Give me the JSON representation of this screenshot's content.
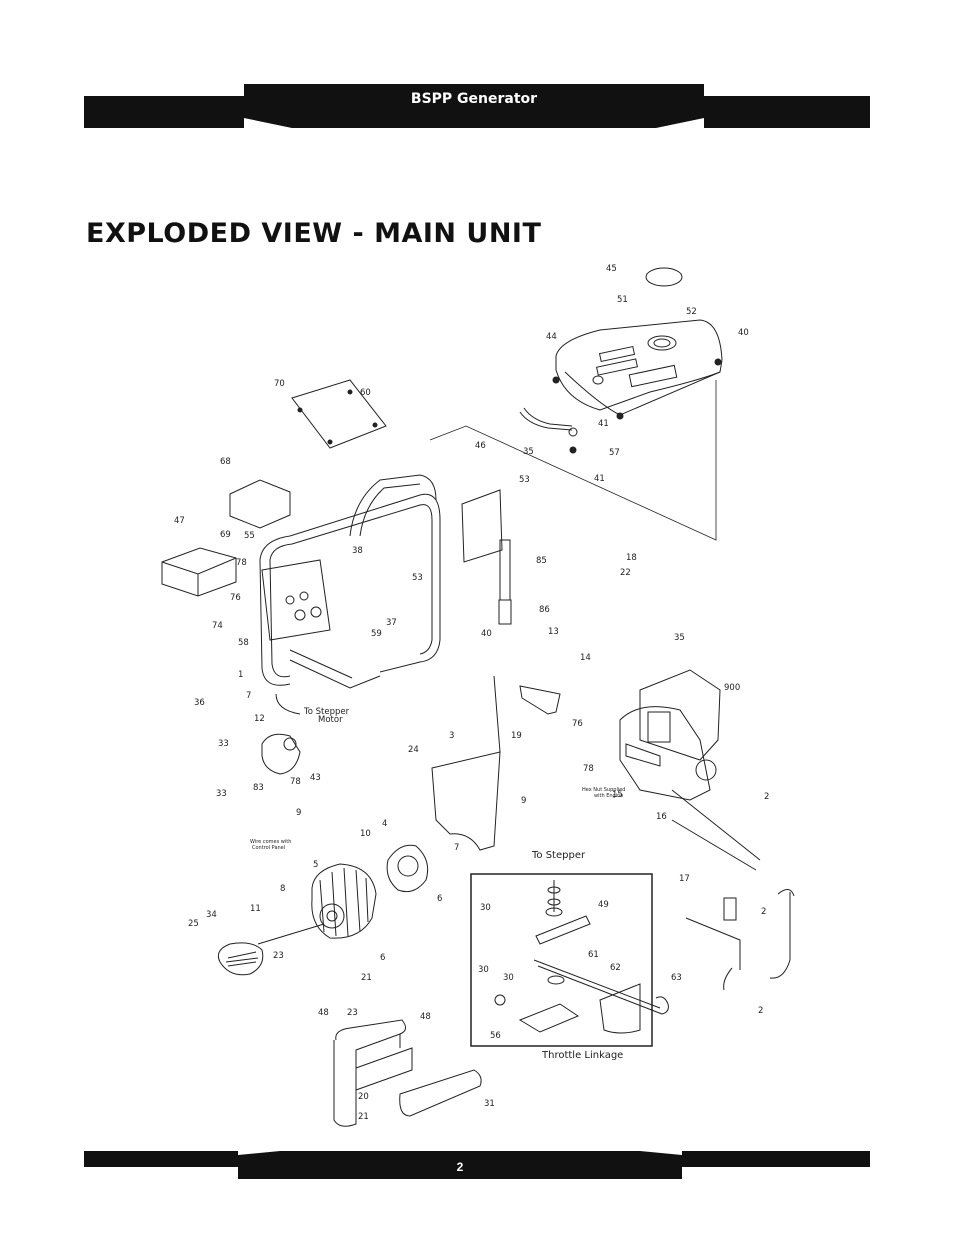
{
  "header": {
    "title": "BSPP Generator"
  },
  "page": {
    "title": "EXPLODED VIEW - MAIN UNIT",
    "number": "2"
  },
  "callouts": [
    "45",
    "51",
    "52",
    "40",
    "44",
    "41",
    "35",
    "57",
    "41",
    "70",
    "60",
    "46",
    "53",
    "68",
    "47",
    "55",
    "38",
    "69",
    "78",
    "76",
    "74",
    "58",
    "37",
    "59",
    "1",
    "53",
    "85",
    "86",
    "40",
    "18",
    "22",
    "35",
    "13",
    "14",
    "900",
    "7",
    "19",
    "76",
    "36",
    "12",
    "3",
    "24",
    "33",
    "78",
    "43",
    "9",
    "78",
    "15",
    "2",
    "33",
    "83",
    "9",
    "10",
    "4",
    "7",
    "16",
    "5",
    "8",
    "6",
    "11",
    "34",
    "25",
    "23",
    "6",
    "21",
    "48",
    "17",
    "2",
    "2",
    "23",
    "48",
    "20",
    "21",
    "31",
    "30",
    "49",
    "61",
    "62",
    "30",
    "30",
    "63",
    "56"
  ],
  "labels": {
    "to_stepper_motor_1": "To  Stepper",
    "to_stepper_motor_2": "Motor",
    "hex_nut_1": "Hex Nut Supplied",
    "hex_nut_2": "with Engine",
    "wire_1": "Wire comes with",
    "wire_2": "Control Panel",
    "to_stepper": "To  Stepper",
    "throttle": "Throttle  Linkage"
  }
}
